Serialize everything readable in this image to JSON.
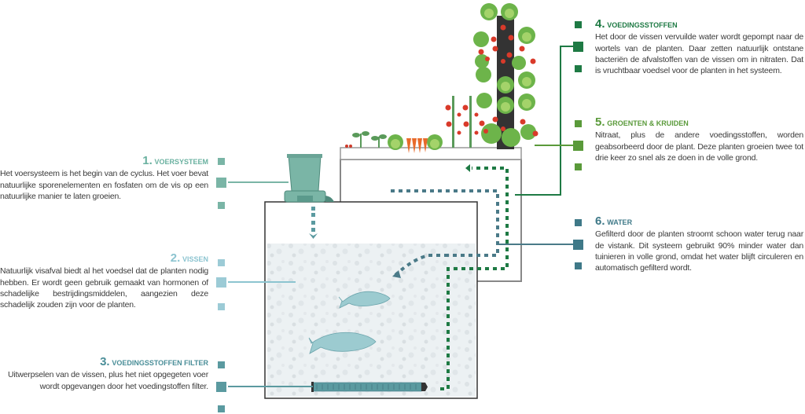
{
  "diagram": {
    "type": "aquaponics-cycle",
    "steps": [
      {
        "number": "1.",
        "title": "VOERSYSTEEM",
        "body": "Het voersysteem is het begin van de cyclus. Het voer bevat natuurlijke sporenelementen en fosfaten om de vis op een natuurlijke manier te laten groeien.",
        "color": "#6ab1a0"
      },
      {
        "number": "2.",
        "title": "VISSEN",
        "body": "Natuurlijk visafval biedt al het voedsel dat de planten nodig hebben. Er wordt geen gebruik gemaakt van hormonen of schadelijke bestrijdingsmiddelen, aangezien deze schadelijk zouden zijn voor de planten.",
        "color": "#8cc4d0"
      },
      {
        "number": "3.",
        "title": "VOEDINGSSTOFFEN FILTER",
        "body": "Uitwerpselen van de vissen, plus het niet opgegeten voer wordt opgevangen door het voedingstoffen filter.",
        "color": "#4a8e98"
      },
      {
        "number": "4.",
        "title": "VOEDINGSSTOFFEN",
        "body": "Het door de vissen vervuilde water wordt gepompt naar de wortels van de planten. Daar zetten natuurlijk ontstane bacteriën de afvalstoffen van de vissen om in nitraten. Dat is vruchtbaar voedsel voor de planten in het systeem.",
        "color": "#1e7a44"
      },
      {
        "number": "5.",
        "title": "GROENTEN & KRUIDEN",
        "body": "Nitraat, plus de andere voedingsstoffen, worden geabsorbeerd door de plant. Deze planten groeien twee tot drie keer zo snel als ze doen in de volle grond.",
        "color": "#5a9a3a"
      },
      {
        "number": "6.",
        "title": "WATER",
        "body": "Gefilterd door de planten stroomt schoon water terug naar de vistank. Dit systeem gebruikt 90% minder water dan tuinieren in volle grond, omdat het water blijft circuleren en automatisch gefilterd wordt.",
        "color": "#3f7988"
      }
    ],
    "icons": {
      "feeder": "feeder-icon",
      "fish": "fish-icon",
      "filter": "filter-icon",
      "plants": "plants-icon",
      "vertical_tower": "plant-tower-icon"
    },
    "colors": {
      "water_flow": "#4a7a88",
      "nutrient_flow": "#1e7a44",
      "tank_outline": "#333333",
      "grow_bed_outline": "#888888",
      "tank_water": "#e8eef1"
    }
  }
}
